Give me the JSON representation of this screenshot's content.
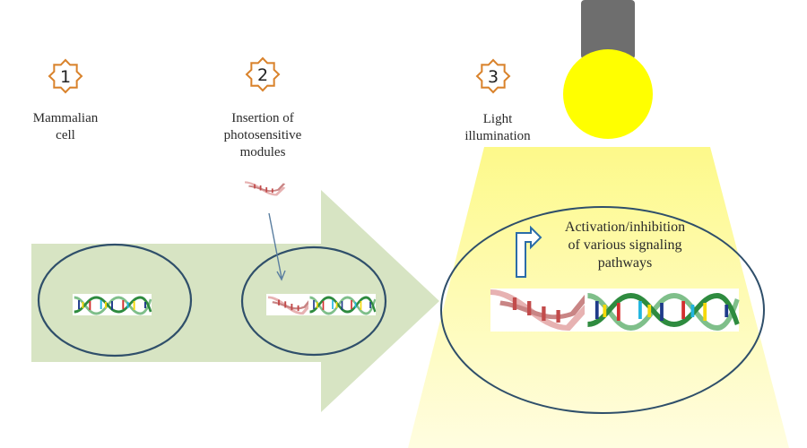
{
  "steps": [
    {
      "number": "1",
      "label": "Mammalian\ncell"
    },
    {
      "number": "2",
      "label": "Insertion of\nphotosensitive\nmodules"
    },
    {
      "number": "3",
      "label": "Light\nillumination"
    }
  ],
  "result_text": "Activation/inhibition\nof various signaling\npathways",
  "icons": {
    "step_badge": "eight-point-star-icon",
    "lamp": "light-bulb-icon",
    "result_arrow": "bent-arrow-icon",
    "dna": "dna-helix-icon"
  },
  "colors": {
    "badge_stroke": "#d9822b",
    "flow_arrow": "#d7e4c3",
    "cell_outline": "#2f4f6a",
    "light_beam_top": "#fdf98a",
    "light_beam_bottom": "#fffde0",
    "bulb": "#ffff00",
    "lamp_base": "#6e6e6e",
    "module_dna": "#e7b2b2",
    "native_dna": "#7fbf8a",
    "insertion_arrow": "#5a7ea0",
    "bent_arrow": "#2b6ca8"
  }
}
